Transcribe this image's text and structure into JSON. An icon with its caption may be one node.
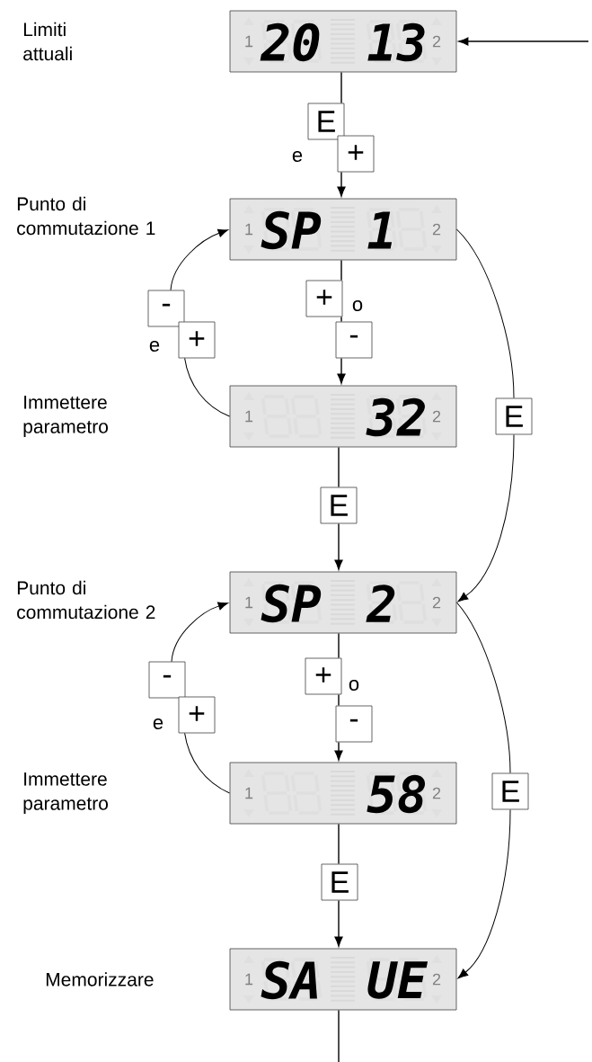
{
  "diagram": {
    "nodes": [
      {
        "text": [
          "20",
          "13"
        ]
      },
      {
        "text": [
          "E"
        ]
      },
      {
        "text": [
          "+"
        ]
      },
      {
        "text": [
          "SP",
          "1"
        ]
      },
      {
        "text": [
          "+"
        ]
      },
      {
        "text": [
          "-"
        ]
      },
      {
        "text": [
          "+"
        ]
      },
      {
        "text": [
          "-"
        ]
      },
      {
        "text": [
          "32"
        ]
      },
      {
        "text": [
          "E"
        ]
      },
      {
        "text": [
          "E"
        ]
      },
      {
        "text": [
          "SP",
          "2"
        ]
      },
      {
        "text": [
          "+"
        ]
      },
      {
        "text": [
          "-"
        ]
      },
      {
        "text": [
          "+"
        ]
      },
      {
        "text": [
          "-"
        ]
      },
      {
        "text": [
          "58"
        ]
      },
      {
        "text": [
          "E"
        ]
      },
      {
        "text": [
          "E"
        ]
      },
      {
        "text": [
          "SA",
          "UE"
        ]
      }
    ],
    "edges": [
      {
        "from": null,
        "to": 0,
        "arrow": "to"
      },
      {
        "from": 0,
        "to": 1,
        "arrow": "none"
      },
      {
        "from": 2,
        "to": 3,
        "arrow": "to"
      },
      {
        "from": 3,
        "to": 4,
        "arrow": "none"
      },
      {
        "from": 4,
        "to": 7,
        "arrow": "none"
      },
      {
        "from": 7,
        "to": 8,
        "arrow": "to"
      },
      {
        "from": 8,
        "to": 6,
        "arrow": "none"
      },
      {
        "from": 5,
        "to": 3,
        "arrow": "to"
      },
      {
        "from": 3,
        "to": 9,
        "arrow": "none"
      },
      {
        "from": 9,
        "to": 11,
        "arrow": "to"
      },
      {
        "from": 8,
        "to": 10,
        "arrow": "none"
      },
      {
        "from": 10,
        "to": 11,
        "arrow": "to"
      },
      {
        "from": 11,
        "to": 12,
        "arrow": "none"
      },
      {
        "from": 12,
        "to": 15,
        "arrow": "none"
      },
      {
        "from": 15,
        "to": 16,
        "arrow": "to"
      },
      {
        "from": 16,
        "to": 14,
        "arrow": "none"
      },
      {
        "from": 13,
        "to": 11,
        "arrow": "to"
      },
      {
        "from": 11,
        "to": 17,
        "arrow": "none"
      },
      {
        "from": 17,
        "to": 19,
        "arrow": "to"
      },
      {
        "from": 16,
        "to": 18,
        "arrow": "none"
      },
      {
        "from": 18,
        "to": 19,
        "arrow": "to"
      },
      {
        "from": 19,
        "to": null,
        "arrow": "none"
      }
    ],
    "labels": [
      "Limiti attuali",
      "1",
      "2",
      "e",
      "Punto di commutazione 1",
      "1",
      "2",
      "o",
      "e",
      "Immettere parametro",
      "1",
      "2",
      "Punto di commutazione 2",
      "1",
      "2",
      "o",
      "e",
      "Immettere parametro",
      "1",
      "2",
      "Memorizzare",
      "1",
      "2"
    ]
  }
}
